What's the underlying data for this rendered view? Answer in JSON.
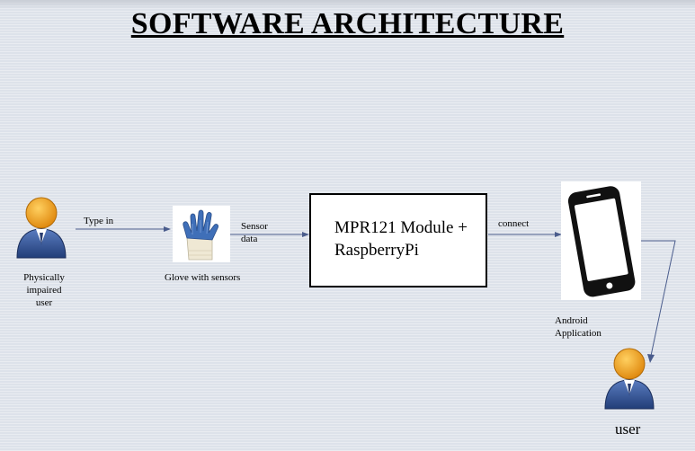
{
  "title": "SOFTWARE ARCHITECTURE",
  "nodes": {
    "impaired_user": {
      "label": "Physically impaired user",
      "label_lines": [
        "Physically",
        "impaired",
        "user"
      ],
      "icon": "person-icon"
    },
    "glove": {
      "label": "Glove with sensors",
      "icon": "glove-icon"
    },
    "module": {
      "label": "MPR121 Module + RaspberryPi",
      "label_lines": [
        "MPR121 Module +",
        "RaspberryPi"
      ]
    },
    "android": {
      "label": "Android Application",
      "label_lines": [
        "Android",
        "Application"
      ],
      "icon": "smartphone-icon"
    },
    "end_user": {
      "label": "user",
      "icon": "person-icon"
    }
  },
  "edges": {
    "type_in": "Type in",
    "sensor_data": "Sensor data",
    "sensor_data_lines": [
      "Sensor",
      "data"
    ],
    "connect": "connect"
  },
  "colors": {
    "background": "#dde2ea",
    "arrow": "#4a5c8c",
    "person_head": "#f0a020",
    "person_body": "#2f4f8f",
    "glove_cuff": "#efe8d4",
    "glove_coating": "#3f6fb8",
    "phone": "#111111"
  }
}
